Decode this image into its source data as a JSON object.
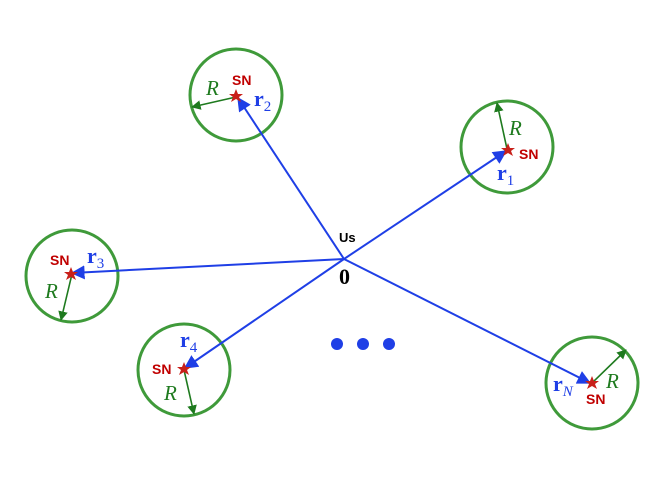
{
  "colors": {
    "circle": "#3f9a3a",
    "radius_arrow": "#1e7a1e",
    "vector": "#1f3fe6",
    "star": "#c8201a",
    "sn_text": "#c00000",
    "r_text": "#1f3fe6",
    "R_text": "#1e7a1e",
    "dots": "#1f3fe6",
    "origin_text": "#000000"
  },
  "origin": {
    "label_top": "Us",
    "label_bottom": "0"
  },
  "node_label": "SN",
  "radius_label": "R",
  "vector_symbol": "r",
  "nodes": [
    {
      "id": "n1",
      "subscript": "1"
    },
    {
      "id": "n2",
      "subscript": "2"
    },
    {
      "id": "n3",
      "subscript": "3"
    },
    {
      "id": "n4",
      "subscript": "4"
    },
    {
      "id": "nN",
      "subscript": "N"
    }
  ],
  "ellipsis": "• • •"
}
